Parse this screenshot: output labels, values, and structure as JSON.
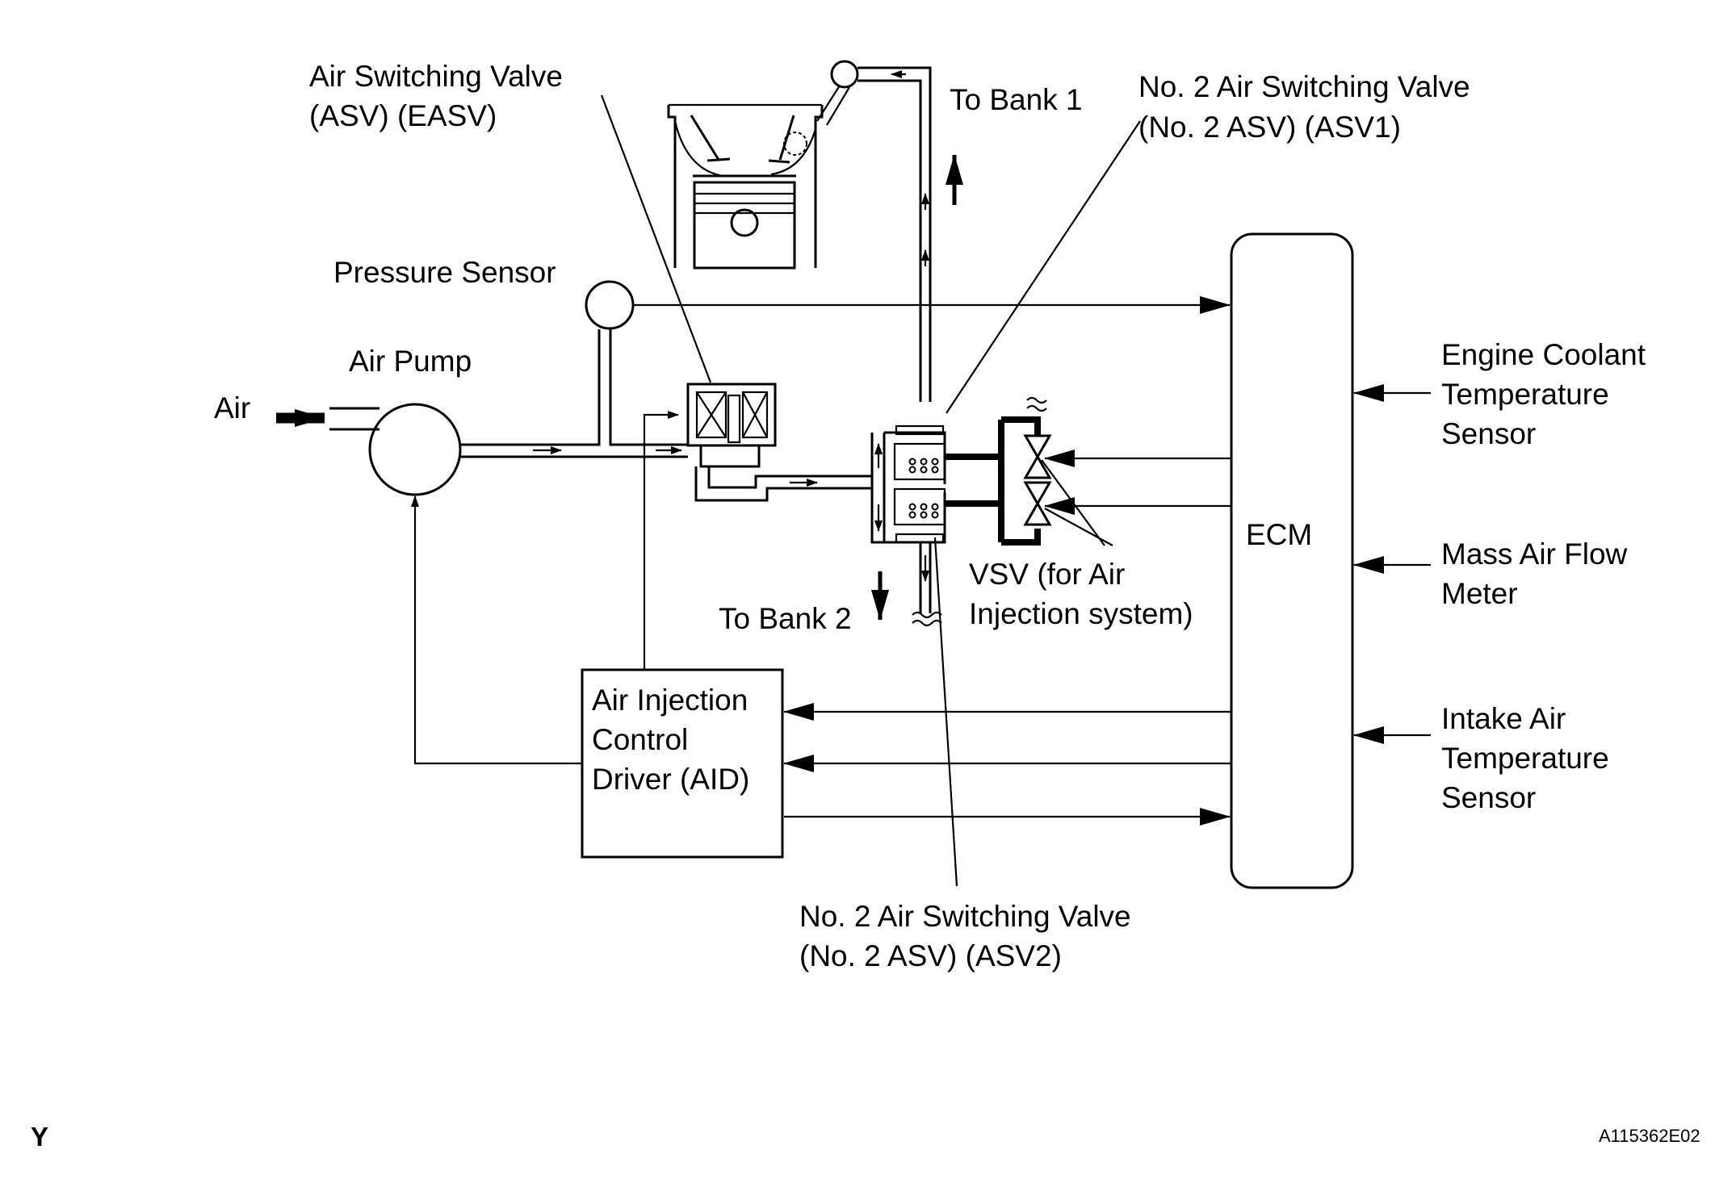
{
  "labels": {
    "air": "Air",
    "air_pump": "Air Pump",
    "pressure_sensor": "Pressure Sensor",
    "asv_line1": "Air Switching Valve",
    "asv_line2": "(ASV) (EASV)",
    "to_bank1": "To Bank 1",
    "to_bank2": "To Bank 2",
    "asv1_line1": "No. 2 Air Switching Valve",
    "asv1_line2": "(No. 2 ASV) (ASV1)",
    "asv2_line1": "No. 2 Air Switching Valve",
    "asv2_line2": "(No. 2 ASV) (ASV2)",
    "vsv_line1": "VSV (for Air",
    "vsv_line2": "Injection system)",
    "ecm": "ECM",
    "aid_line1": "Air Injection",
    "aid_line2": "Control",
    "aid_line3": "Driver (AID)",
    "ect_line1": "Engine Coolant",
    "ect_line2": "Temperature",
    "ect_line3": "Sensor",
    "maf_line1": "Mass Air Flow",
    "maf_line2": "Meter",
    "iat_line1": "Intake Air",
    "iat_line2": "Temperature",
    "iat_line3": "Sensor",
    "corner_mark": "Y",
    "figure_code": "A115362E02"
  }
}
